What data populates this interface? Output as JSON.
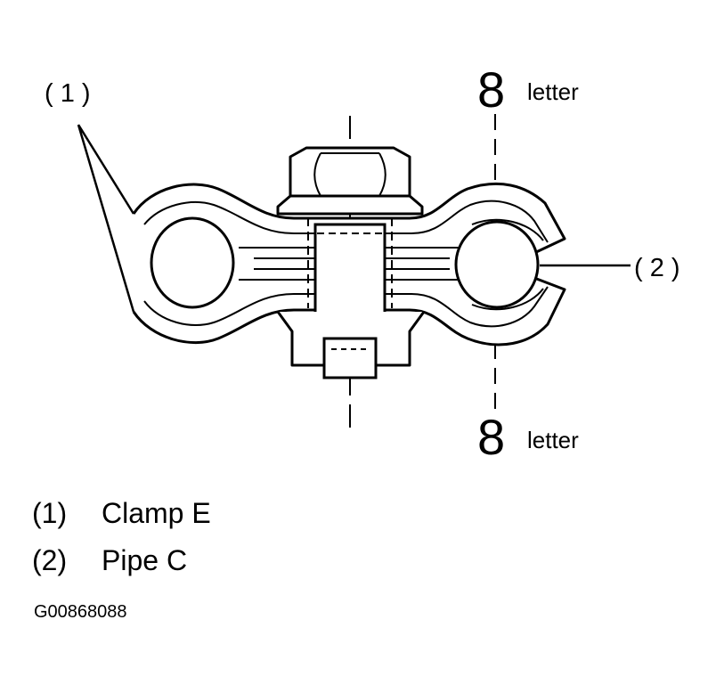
{
  "callouts": {
    "clamp": "( 1 )",
    "pipe": "( 2 )"
  },
  "marks": {
    "top": {
      "number": "8",
      "word": "letter"
    },
    "bottom": {
      "number": "8",
      "word": "letter"
    }
  },
  "legend": [
    {
      "number": "(1)",
      "text": "Clamp E"
    },
    {
      "number": "(2)",
      "text": "Pipe C"
    }
  ],
  "figure_id": "G00868088"
}
